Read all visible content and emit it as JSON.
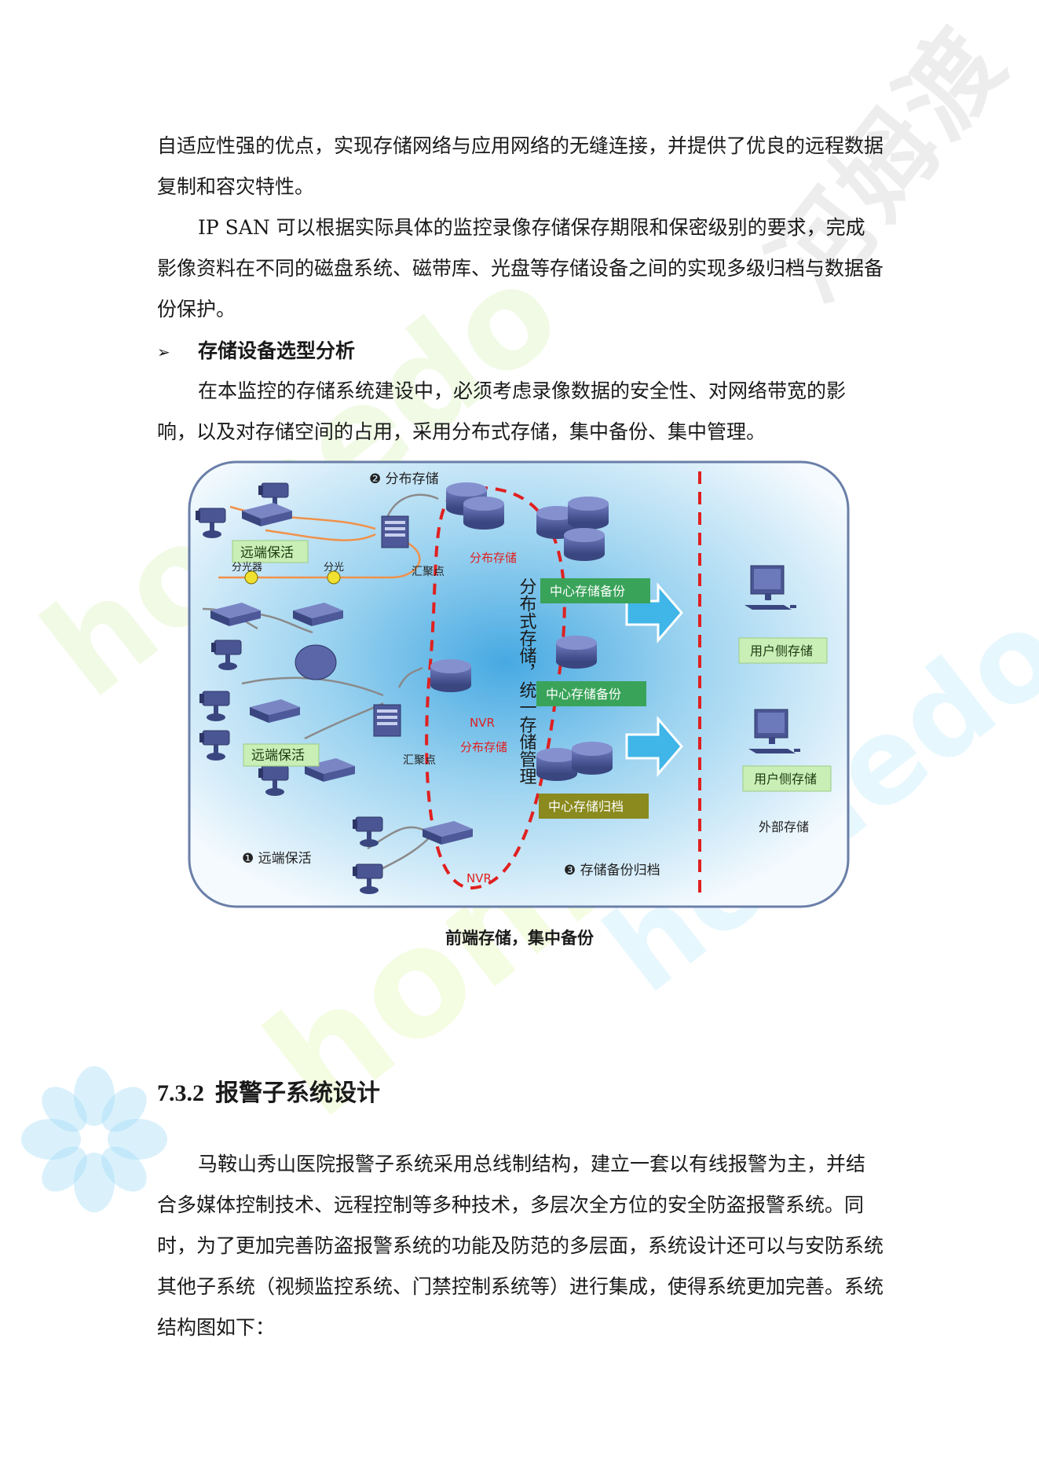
{
  "paragraphs": {
    "p1": "自适应性强的优点，实现存储网络与应用网络的无缝连接，并提供了优良的远程数据复制和容灾特性。",
    "p2": "IP SAN 可以根据实际具体的监控录像存储保存期限和保密级别的要求，完成影像资料在不同的磁盘系统、磁带库、光盘等存储设备之间的实现多级归档与数据备份保护。",
    "p3": "在本监控的存储系统建设中，必须考虑录像数据的安全性、对网络带宽的影响，以及对存储空间的占用，采用分布式存储，集中备份、集中管理。",
    "p4": "马鞍山秀山医院报警子系统采用总线制结构，建立一套以有线报警为主，并结合多媒体控制技术、远程控制等多种技术，多层次全方位的安全防盗报警系统。同时，为了更加完善防盗报警系统的功能及防范的多层面，系统设计还可以与安防系统其他子系统（视频监控系统、门禁控制系统等）进行集成，使得系统更加完善。系统结构图如下："
  },
  "bullet_heading": {
    "marker": "➢",
    "text": "存储设备选型分析"
  },
  "figure": {
    "caption": "前端存储，集中备份",
    "labels": {
      "distributed_storage_step": "❷ 分布存储",
      "remote_keepalive_1": "远端保活",
      "remote_keepalive_2": "远端保活",
      "remote_keepalive_step": "❶ 远端保活",
      "splitter_1": "分光器",
      "splitter_2": "分光",
      "aggregation_1": "汇聚点",
      "aggregation_2": "汇聚点",
      "distributed_storage_1": "分布存储",
      "distributed_storage_2": "分布存储",
      "nvr_1": "NVR",
      "nvr_2": "NVR",
      "vertical_text": "分布式存储，统一存储管理",
      "central_backup_1": "中心存储备份",
      "central_backup_2": "中心存储备份",
      "central_archive": "中心存储归档",
      "backup_archive_step": "❸ 存储备份归档",
      "user_storage_1": "用户侧存储",
      "user_storage_2": "用户侧存储",
      "external_storage": "外部存储"
    }
  },
  "section": {
    "number": "7.3.2",
    "title": "报警子系统设计"
  },
  "watermarks": {
    "w1": "homedo",
    "w2": "homedo",
    "w3": "homedo.com",
    "w4": "河姆渡"
  },
  "colors": {
    "green_label": "#3aa35a",
    "olive_label": "#8a8a1e",
    "red_dash": "#e02020",
    "device_blue": "#3f4c86",
    "bg_blue": "#7cc4ea"
  }
}
